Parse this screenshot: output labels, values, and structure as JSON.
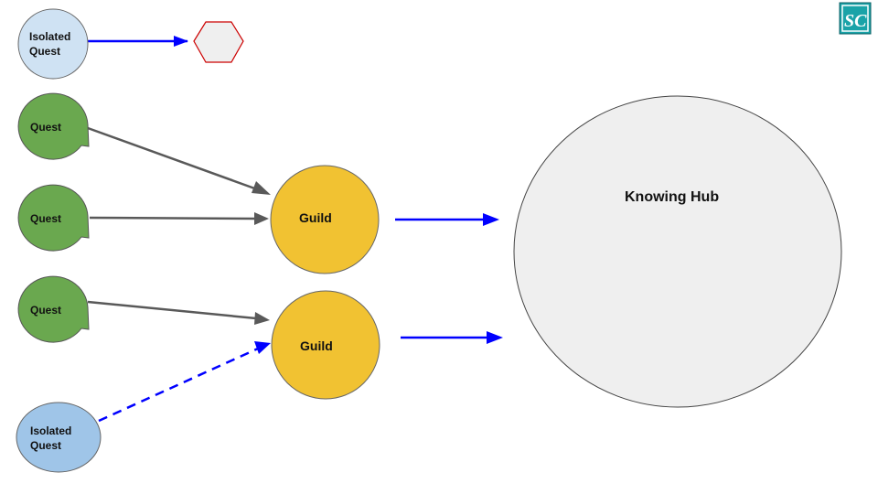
{
  "nodes": {
    "isolated_quest_top": {
      "line1": "Isolated",
      "line2": "Quest"
    },
    "quest_1": {
      "label": "Quest"
    },
    "quest_2": {
      "label": "Quest"
    },
    "quest_3": {
      "label": "Quest"
    },
    "isolated_quest_bottom": {
      "line1": "Isolated",
      "line2": "Quest"
    },
    "guild_1": {
      "label": "Guild"
    },
    "guild_2": {
      "label": "Guild"
    },
    "knowing_hub": {
      "label": "Knowing Hub"
    }
  },
  "logo": {
    "text": "SC",
    "name": "sc-logo-icon"
  },
  "colors": {
    "isolated_quest_light": "#cfe2f3",
    "isolated_quest_mid": "#9fc5e8",
    "quest_green": "#6aa84f",
    "guild_yellow": "#f1c232",
    "hub_gray": "#efefef",
    "hexagon_fill": "#efefef",
    "hexagon_stroke": "#cc0000",
    "arrow_gray": "#595959",
    "arrow_blue": "#0000ff",
    "logo_teal": "#1aa3a8"
  }
}
